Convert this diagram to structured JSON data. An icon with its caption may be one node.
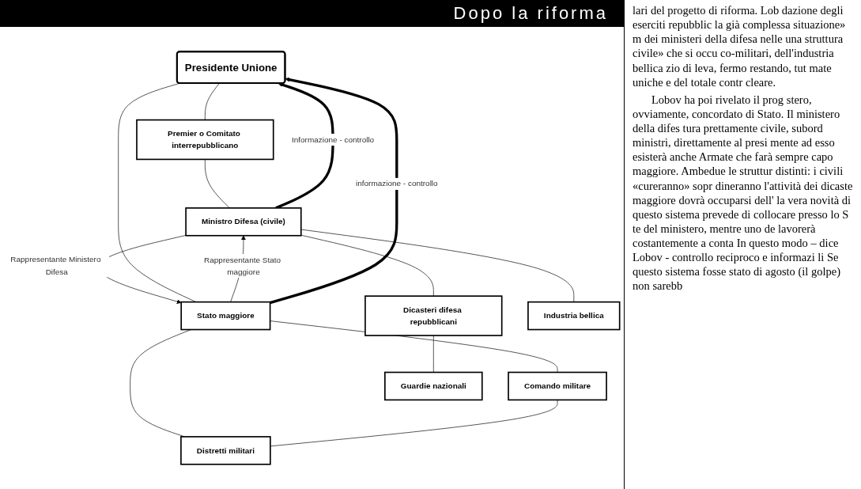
{
  "diagram": {
    "title": "Dopo la riforma",
    "nodes": [
      {
        "text": [
          "Presidente Unione"
        ]
      },
      {
        "text": [
          "Premier o Comitato interrepubblicano"
        ]
      },
      {
        "text": [
          "Ministro Difesa (civile)"
        ]
      },
      {
        "text": [
          "Stato maggiore"
        ]
      },
      {
        "text": [
          "Comando militare"
        ]
      },
      {
        "text": [
          "Dicasteri difesa repubblicani"
        ]
      },
      {
        "text": [
          "Industria bellica"
        ]
      },
      {
        "text": [
          "Guardie nazionali"
        ]
      },
      {
        "text": [
          "Distretti militari"
        ]
      }
    ],
    "edges": [
      {
        "from": 0,
        "to": 1,
        "arrow": "none"
      },
      {
        "from": 1,
        "to": 2,
        "arrow": "none"
      },
      {
        "from": 2,
        "to": 3,
        "arrow": "to",
        "label": "Rappresentante Ministero Difesa"
      },
      {
        "from": 3,
        "to": 2,
        "arrow": "to",
        "label": "Rappresentante Stato maggiore"
      },
      {
        "from": 0,
        "to": 3,
        "arrow": "none"
      },
      {
        "from": 3,
        "to": 4,
        "arrow": "none"
      },
      {
        "from": 2,
        "to": 5,
        "arrow": "none"
      },
      {
        "from": 2,
        "to": 6,
        "arrow": "none"
      },
      {
        "from": 5,
        "to": 7,
        "arrow": "none"
      },
      {
        "from": 3,
        "to": 8,
        "arrow": "none"
      },
      {
        "from": 4,
        "to": 8,
        "arrow": "none"
      },
      {
        "from": 2,
        "to": 0,
        "arrow": "to",
        "label": "Informazione - controllo",
        "style": "thick"
      },
      {
        "from": 3,
        "to": 0,
        "arrow": "to",
        "label": "informazione - controllo",
        "style": "thick"
      }
    ],
    "labels": [
      "lari del progetto di riforma. Lob dazione degli eserciti repubblic la già complessa situazione» m dei ministeri della difesa nelle una struttura civile» che si occu co-militari, dell'industria bellica zio di leva, fermo restando, tut mate uniche e del totale contr cleare.",
      "Lobov ha poi rivelato il prog stero, ovviamente, concordato di Stato. Il ministero della difes tura prettamente civile, subord ministri, direttamente al presi mente ad esso esisterà anche Armate che farà sempre capo maggiore. Ambedue le struttur distinti: i civili «cureranno» sopr dineranno l'attività dei dicaste maggiore dovrà occuparsi dell' la vera novità di questo sistema prevede di collocare presso lo S te del ministero, mentre uno de lavorerà costantemente a conta In questo modo – dice Lobov - controllo reciproco e informazi li Se questo sistema fosse stato di agosto (il golpe) non sarebb"
    ]
  }
}
